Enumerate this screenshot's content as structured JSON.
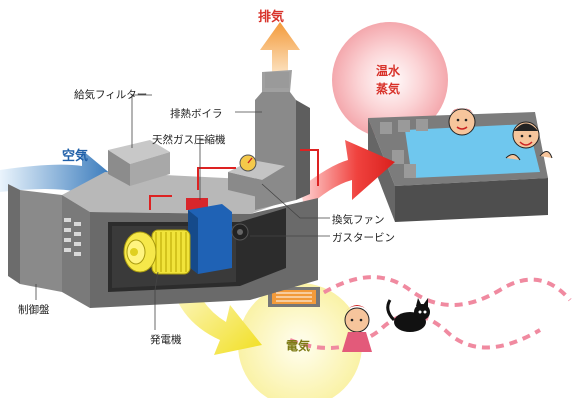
{
  "labels": {
    "exhaust": "排気",
    "air": "空気",
    "intake_filter": "給気フィルター",
    "exhaust_boiler": "排熱ボイラ",
    "gas_compressor": "天然ガス圧縮機",
    "hot_water": "温水",
    "steam": "蒸気",
    "ventilation_fan": "換気ファン",
    "gas_turbine": "ガスタービン",
    "control_panel": "制御盤",
    "generator": "発電機",
    "electricity": "電気"
  },
  "colors": {
    "exhaust_arrow": "#f39a3a",
    "air_arrow": "#2e73b8",
    "heat_arrow": "#e52a2a",
    "electricity_arrow": "#f3e640",
    "hot_water_circle": "#f7b6b9",
    "electricity_circle": "#fbf5b4",
    "label_red": "#d8322a",
    "label_blue": "#1f5fa8",
    "label_olive": "#7c7a14",
    "pool_water": "#6fc7ee"
  }
}
